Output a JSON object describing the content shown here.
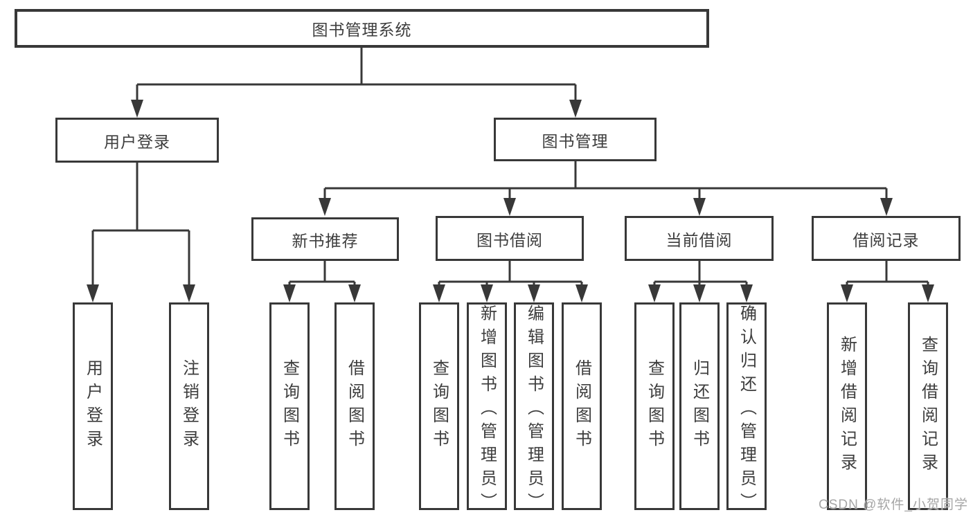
{
  "diagram": {
    "tree": {
      "label": "图书管理系统",
      "children": [
        {
          "label": "用户登录",
          "children": [
            {
              "label": "用户登录"
            },
            {
              "label": "注销登录"
            }
          ]
        },
        {
          "label": "图书管理",
          "children": [
            {
              "label": "新书推荐",
              "children": [
                {
                  "label": "查询图书"
                },
                {
                  "label": "借阅图书"
                }
              ]
            },
            {
              "label": "图书借阅",
              "children": [
                {
                  "label": "查询图书"
                },
                {
                  "label": "新增图书（管理员）"
                },
                {
                  "label": "编辑图书（管理员）"
                },
                {
                  "label": "借阅图书"
                }
              ]
            },
            {
              "label": "当前借阅",
              "children": [
                {
                  "label": "查询图书"
                },
                {
                  "label": "归还图书"
                },
                {
                  "label": "确认归还（管理员）"
                }
              ]
            },
            {
              "label": "借阅记录",
              "children": [
                {
                  "label": "新增借阅记录"
                },
                {
                  "label": "查询借阅记录"
                }
              ]
            }
          ]
        }
      ]
    }
  },
  "watermark": {
    "text": "CSDN @软件_小贺同学"
  },
  "colors": {
    "line": "#383838",
    "text": "#3d3d3d",
    "box_bg": "#ffffff",
    "watermark": "#a6a6a6"
  }
}
